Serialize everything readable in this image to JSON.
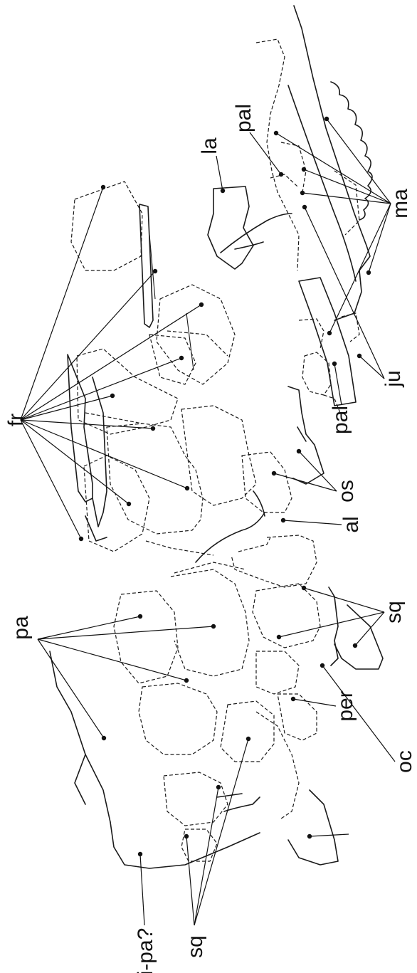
{
  "figure": {
    "labels": {
      "fr": "fr",
      "la": "la",
      "pal_top": "pal",
      "ma": "ma",
      "ju": "ju",
      "pal_bottom": "pal",
      "os": "os",
      "al": "al",
      "sq_right": "sq",
      "per": "per",
      "oc": "oc",
      "pa": "pa",
      "i_pa": "i-pa?",
      "sq_left": "sq"
    },
    "colors": {
      "ink": "#111111",
      "background": "#ffffff"
    }
  }
}
